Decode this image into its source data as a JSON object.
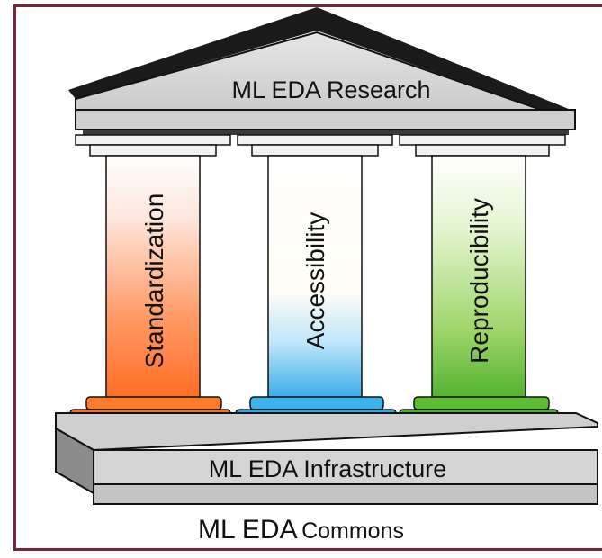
{
  "roof": {
    "label": "ML EDA Research"
  },
  "pillars": [
    {
      "label": "Standardization",
      "color": "#ff6a1f"
    },
    {
      "label": "Accessibility",
      "color": "#29a8e8"
    },
    {
      "label": "Reproducibility",
      "color": "#4caf2a"
    }
  ],
  "base": {
    "label": "ML EDA Infrastructure"
  },
  "caption": {
    "main": "ML EDA",
    "sub": "Commons"
  },
  "colors": {
    "frame": "#7a2236",
    "stone": "#d4d4d4",
    "outline": "#111111"
  }
}
